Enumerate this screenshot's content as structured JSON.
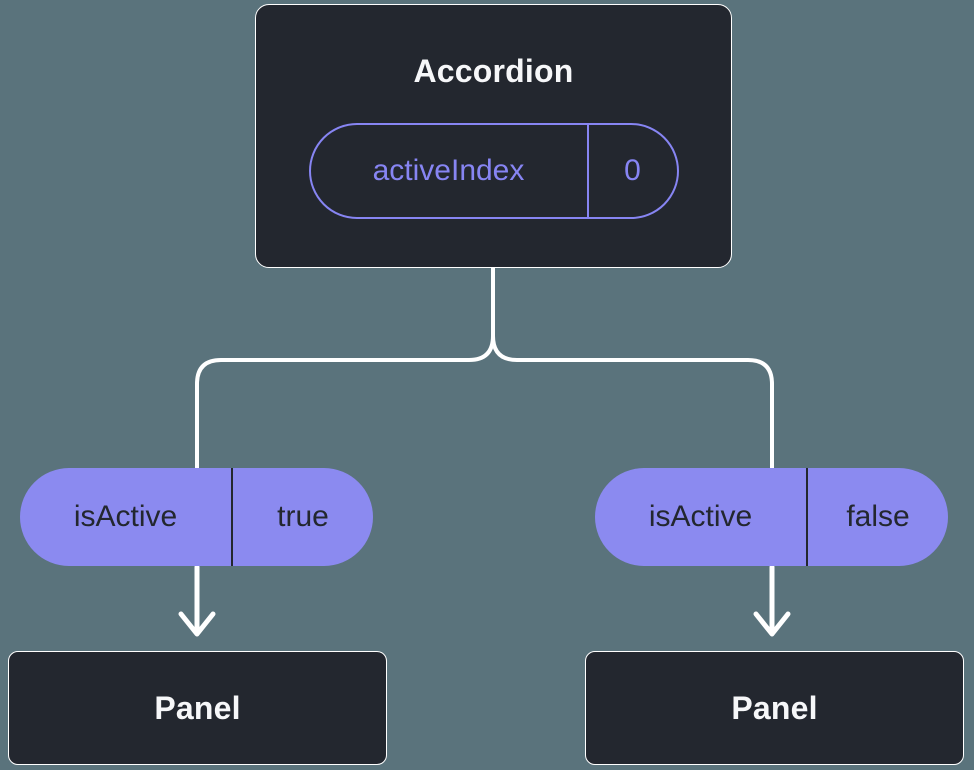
{
  "diagram": {
    "root": {
      "title": "Accordion",
      "prop": {
        "label": "activeIndex",
        "value": "0"
      }
    },
    "branches": [
      {
        "prop": {
          "label": "isActive",
          "value": "true"
        },
        "child": {
          "title": "Panel"
        }
      },
      {
        "prop": {
          "label": "isActive",
          "value": "false"
        },
        "child": {
          "title": "Panel"
        }
      }
    ]
  },
  "colors": {
    "background": "#5a737c",
    "node_bg": "#23272f",
    "node_border": "#ffffff",
    "node_text": "#f6f7f9",
    "accent": "#8785f3",
    "pill_fill": "#8b8af0",
    "pill_dark_text": "#23272f",
    "connector": "#ffffff"
  }
}
